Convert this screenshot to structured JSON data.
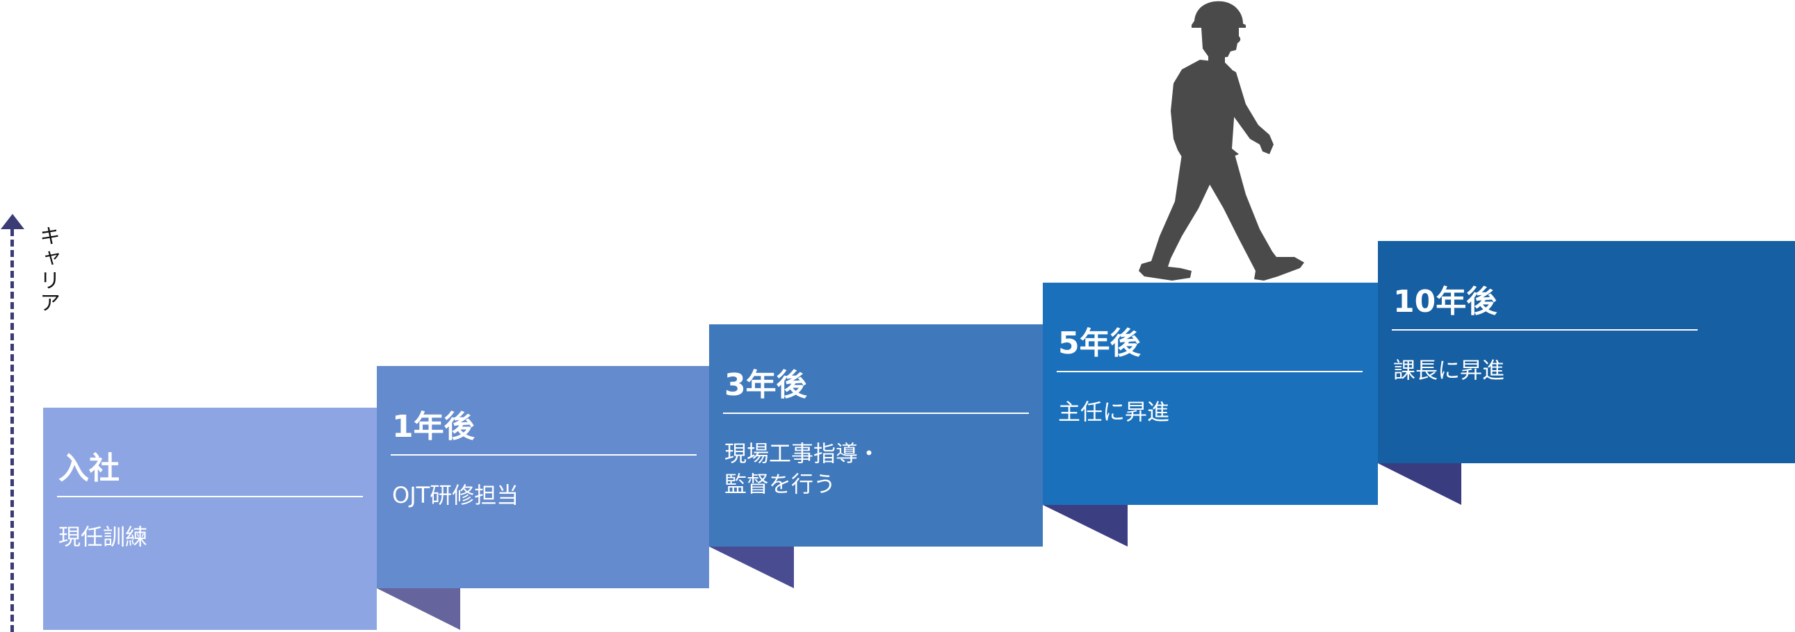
{
  "axis": {
    "label": "キャリア"
  },
  "steps": [
    {
      "label": "入社",
      "desc": "現任訓練",
      "color": "#8da6e3"
    },
    {
      "label": "1年後",
      "desc": "OJT研修担当",
      "color": "#648bcd"
    },
    {
      "label": "3年後",
      "desc": "現場工事指導・\n監督を行う",
      "color": "#3f78bb"
    },
    {
      "label": "5年後",
      "desc": "主任に昇進",
      "color": "#1b70bb"
    },
    {
      "label": "10年後",
      "desc": "課長に昇進",
      "color": "#165fa2"
    }
  ],
  "colors": {
    "fold_1": "#65649c",
    "fold_2": "#4a4c92",
    "fold_3": "#3c3e82",
    "fold_4": "#3a3c80",
    "axis": "#3b3c75",
    "figure": "#4a4a4a"
  },
  "icons": {
    "figure": "walking-worker-silhouette-icon"
  }
}
